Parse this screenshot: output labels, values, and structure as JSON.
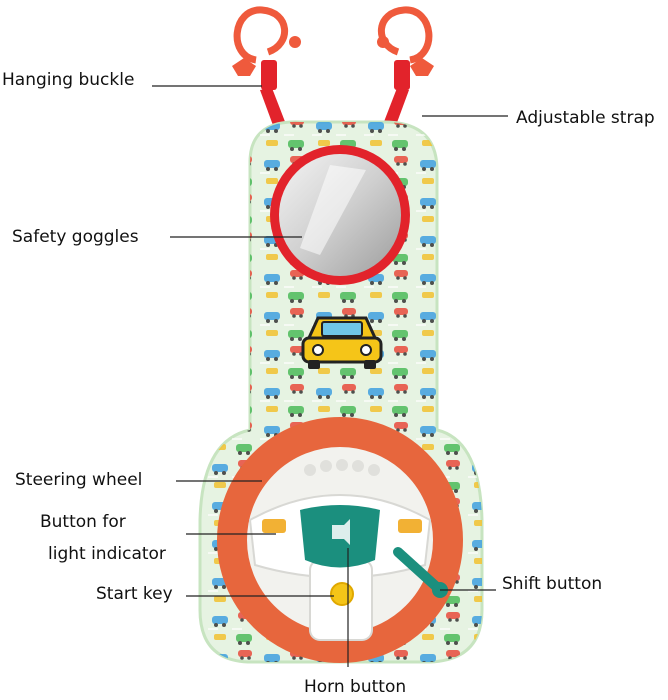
{
  "labels": {
    "hanging_buckle": "Hanging buckle",
    "adjustable_strap": "Adjustable strap",
    "safety_goggles": "Safety goggles",
    "steering_wheel": "Steering wheel",
    "button_for": "Button for",
    "light_indicator": "light indicator",
    "start_key": "Start key",
    "shift_button": "Shift button",
    "horn_button": "Horn button"
  },
  "colors": {
    "strap_red": "#e2232b",
    "buckle_orange": "#ef5a3c",
    "panel_mint": "#e6f3e2",
    "wheel_rim": "#e7663d",
    "wheel_body": "#f2f2ee",
    "horn_teal": "#1b8f7e",
    "indicator_amber": "#f2b134",
    "start_key_yellow": "#f5c518",
    "car_yellow": "#f5c518"
  },
  "icons": {
    "buckle": "hanging-ring-icon",
    "mirror": "mirror-icon",
    "car": "car-icon",
    "horn": "horn-icon",
    "key": "start-key-icon"
  }
}
